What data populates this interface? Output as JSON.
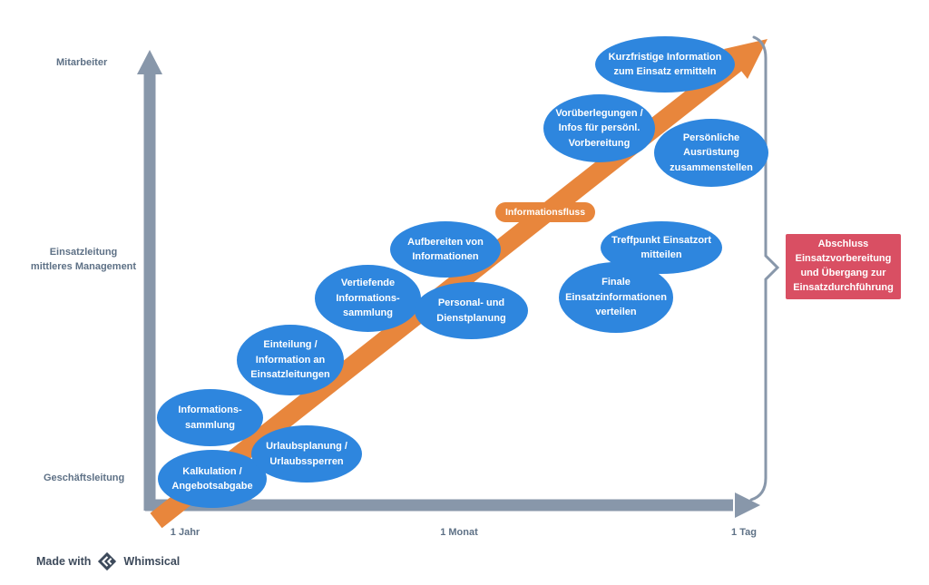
{
  "axes": {
    "y_label_top": "Mitarbeiter",
    "y_label_middle": "Einsatzleitung\nmittleres Management",
    "y_label_bottom": "Geschäftsleitung",
    "x_label_left": "1 Jahr",
    "x_label_center": "1 Monat",
    "x_label_right": "1 Tag"
  },
  "flow_arrow_label": "Informationsfluss",
  "nodes": [
    {
      "label": "Kalkulation /\nAngebotsabgabe"
    },
    {
      "label": "Informations-\nsammlung"
    },
    {
      "label": "Urlaubsplanung /\nUrlaubssperren"
    },
    {
      "label": "Einteilung /\nInformation an\nEinsatzleitungen"
    },
    {
      "label": "Vertiefende\nInformations-\nsammlung"
    },
    {
      "label": "Aufbereiten von\nInformationen"
    },
    {
      "label": "Personal- und\nDienstplanung"
    },
    {
      "label": "Vorüberlegungen /\nInfos für persönl.\nVorbereitung"
    },
    {
      "label": "Kurzfristige Information\nzum Einsatz ermitteln"
    },
    {
      "label": "Persönliche\nAusrüstung\nzusammenstellen"
    },
    {
      "label": "Treffpunkt Einsatzort\nmitteilen"
    },
    {
      "label": "Finale\nEinsatzinformationen\nverteilen"
    }
  ],
  "end_box": {
    "label": "Abschluss\nEinsatzvorbereitung\nund Übergang zur\nEinsatzdurchführung"
  },
  "footer": {
    "made_with": "Made with",
    "brand": "Whimsical"
  },
  "colors": {
    "node_blue": "#2E86DE",
    "flow_orange": "#E8863C",
    "axis_gray": "#8897AA",
    "end_box_red": "#D94F63",
    "label_gray": "#5E7186",
    "footer_dark": "#3D4A5B"
  }
}
